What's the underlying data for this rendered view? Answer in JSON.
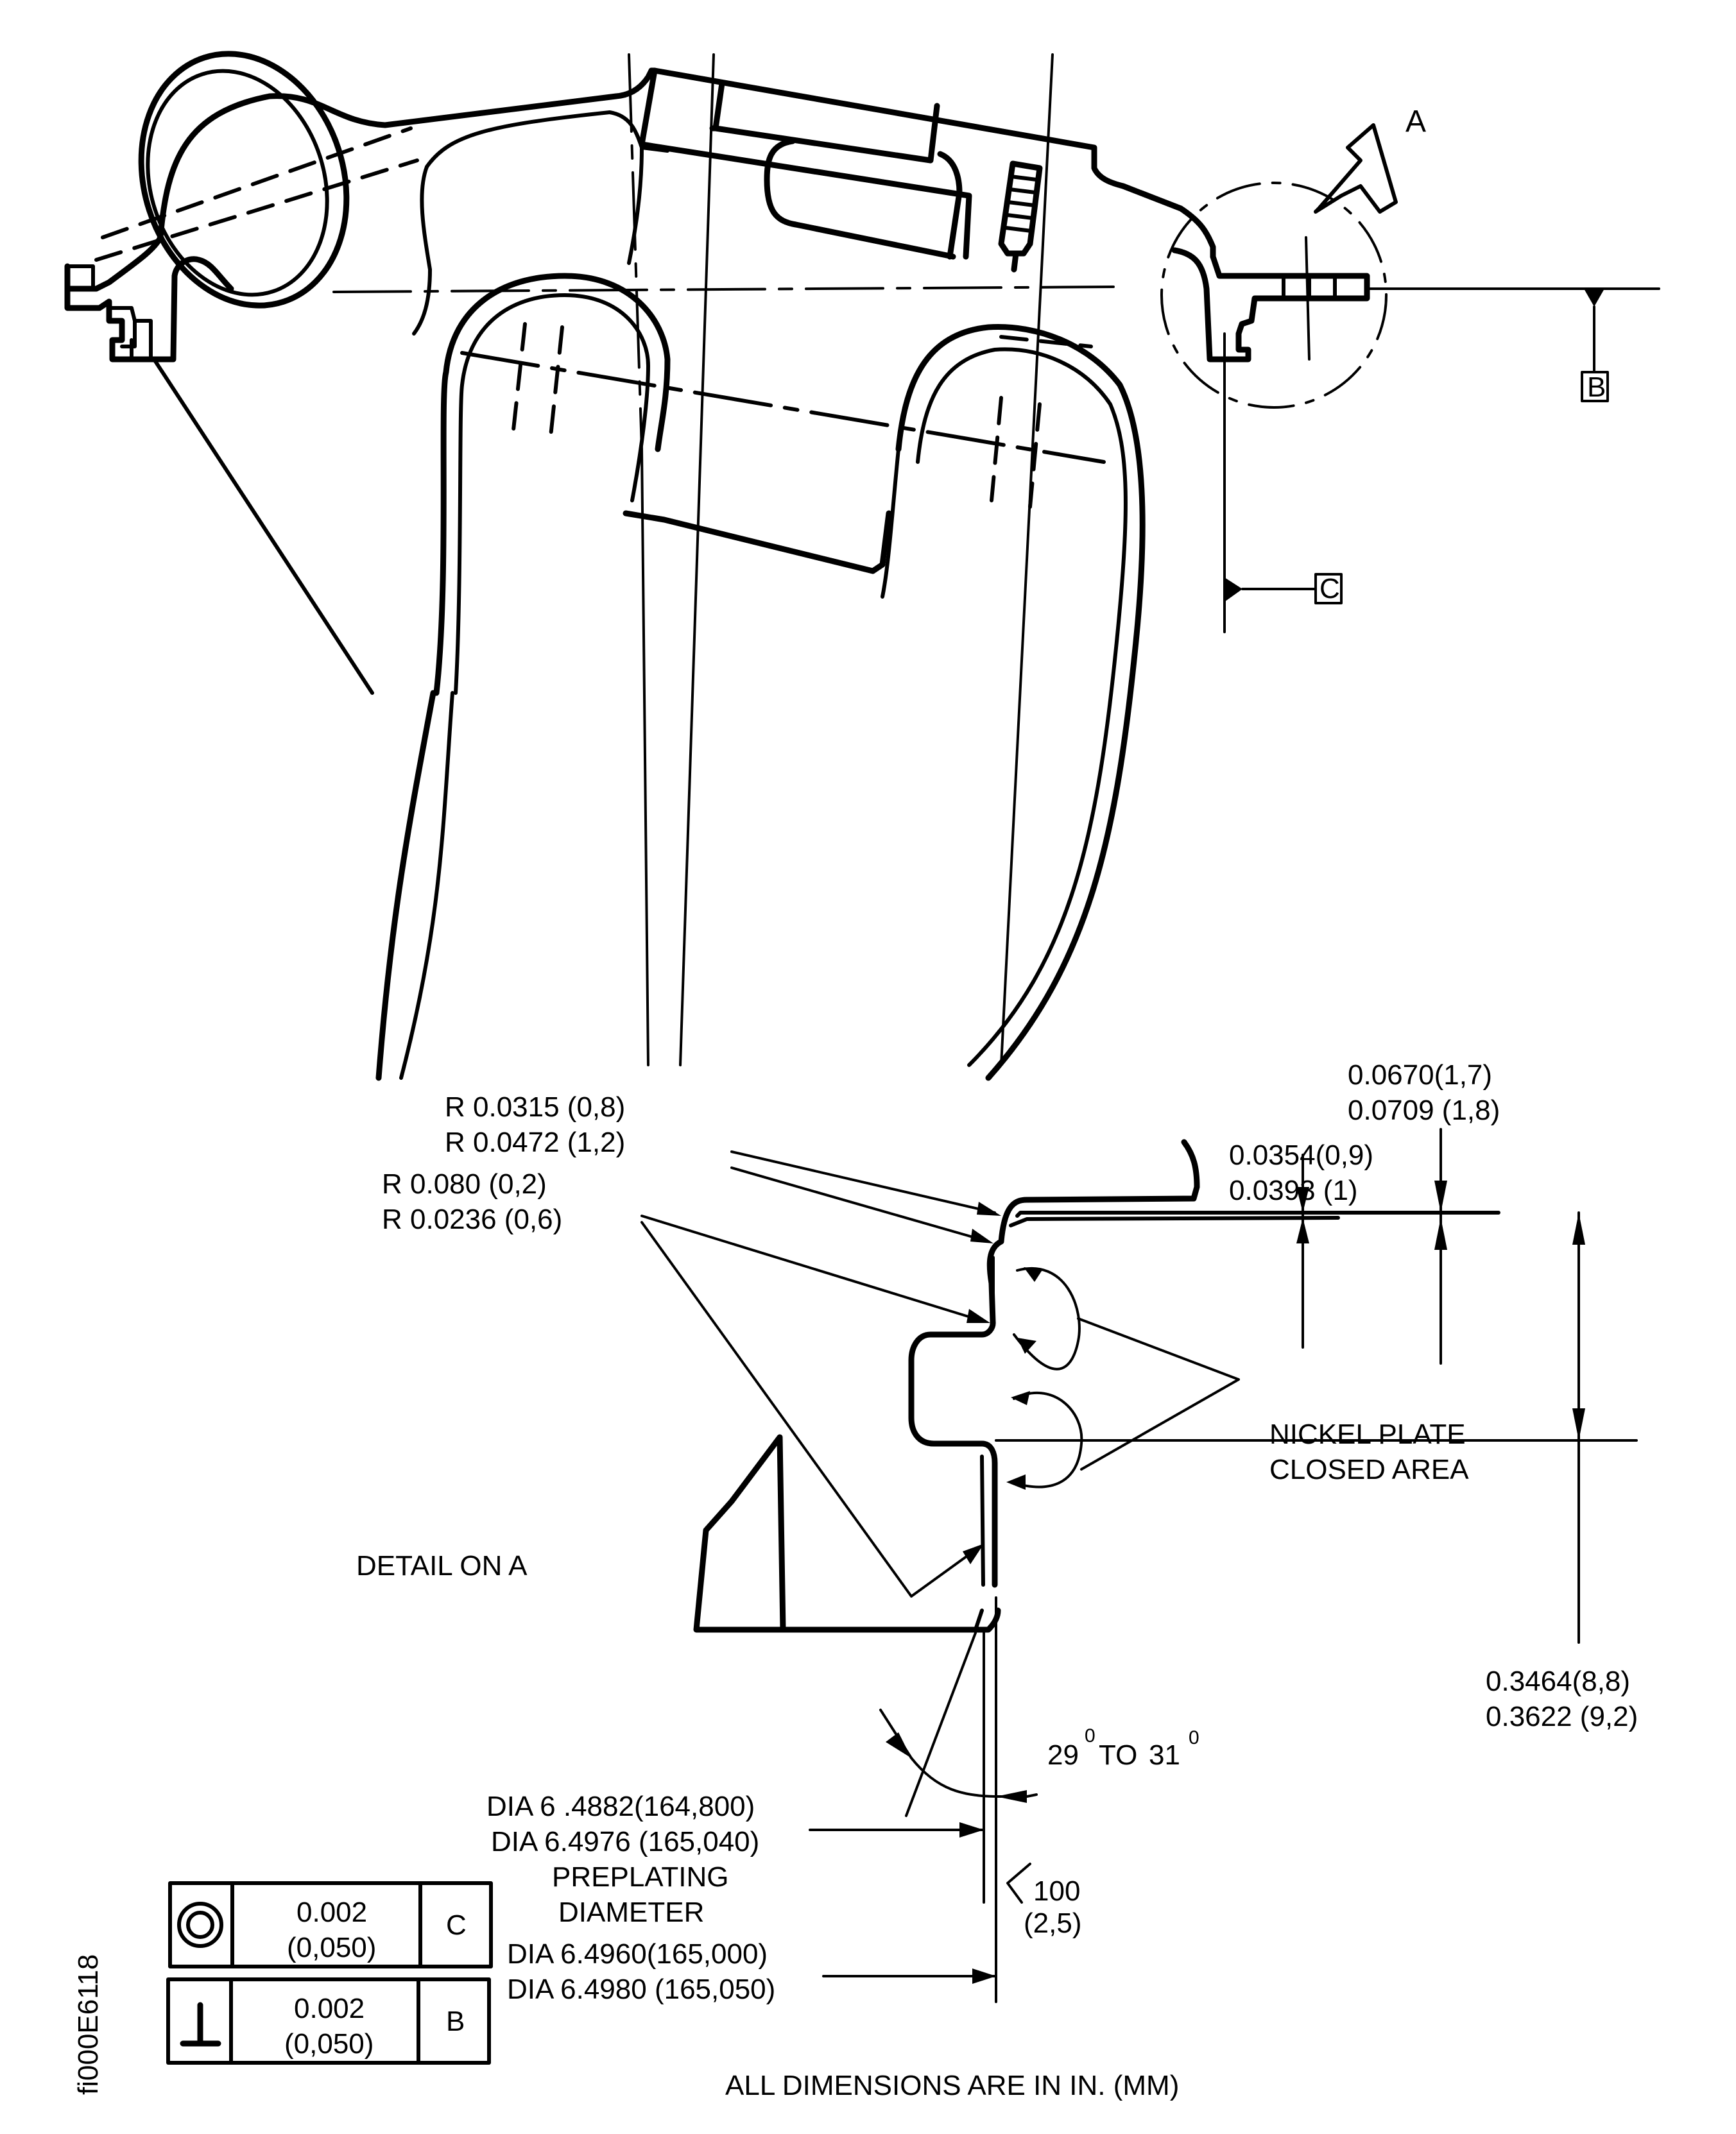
{
  "drawing": {
    "view_arrow_label": "A",
    "datum_b": "B",
    "datum_c": "C",
    "detail_title": "DETAIL ON A",
    "radii": {
      "r1_line1": "R 0.0315 (0,8)",
      "r1_line2": "R 0.0472 (1,2)",
      "r2_line1": "R  0.080  (0,2)",
      "r2_line2": "R 0.0236 (0,6)"
    },
    "dims": {
      "top_outer_line1": "0.0670(1,7)",
      "top_outer_line2": "0.0709 (1,8)",
      "top_inner_line1": "0.0354(0,9)",
      "top_inner_line2": "0.0393 (1)",
      "height_line1": "0.3464(8,8)",
      "height_line2": "0.3622 (9,2)"
    },
    "nickel_note_line1": "NICKEL PLATE",
    "nickel_note_line2": "CLOSED AREA",
    "angle": {
      "from": "29",
      "to_word": "TO",
      "to": "31",
      "deg": "0"
    },
    "preplating": {
      "line1": "DIA 6 .4882(164,800)",
      "line2": "DIA 6.4976 (165,040)",
      "line3": "PREPLATING",
      "line4": "DIAMETER"
    },
    "final_dia": {
      "line1": "DIA 6.4960(165,000)",
      "line2": "DIA 6.4980 (165,050)"
    },
    "roughness": {
      "value": "100",
      "metric": "(2,5)"
    },
    "tolerance_frames": [
      {
        "symbol": "concentricity-icon",
        "value": "0.002",
        "metric": "(0,050)",
        "datum": "C"
      },
      {
        "symbol": "perpendicularity-icon",
        "value": "0.002",
        "metric": "(0,050)",
        "datum": "B"
      }
    ],
    "units_note": "ALL DIMENSIONS ARE IN IN. (MM)",
    "figure_id": "fi000E6118"
  }
}
